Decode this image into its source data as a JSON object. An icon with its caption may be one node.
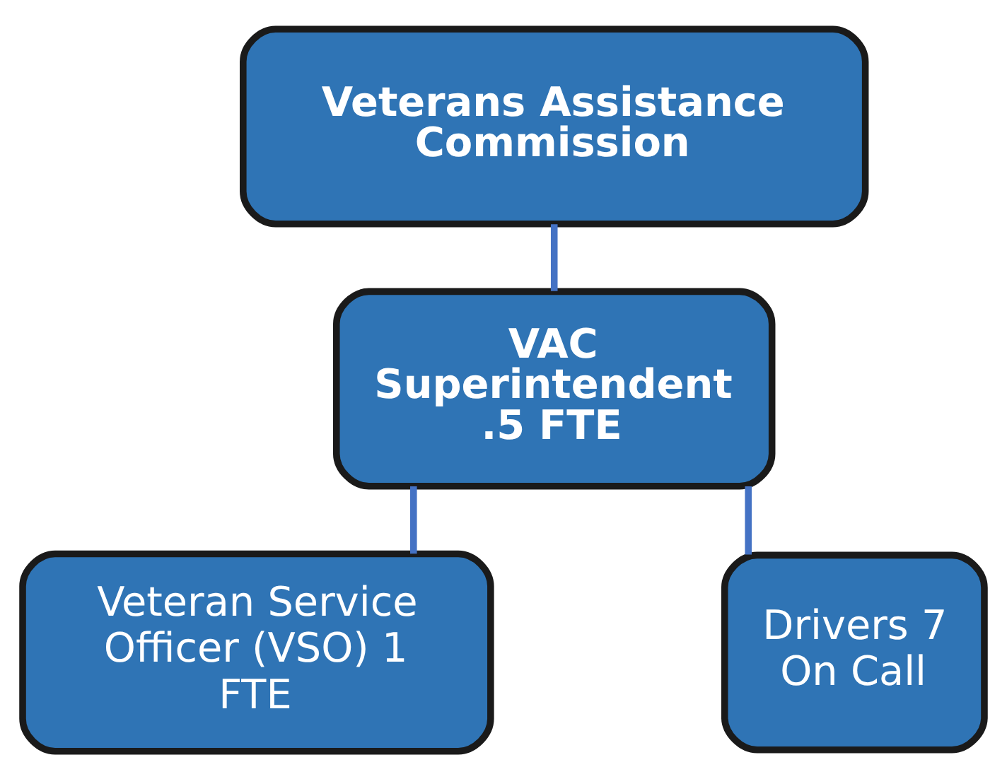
{
  "diagram": {
    "nodes": [
      {
        "text": [
          "Veterans Assistance Commission"
        ]
      },
      {
        "text": [
          "VAC Superintendent .5 FTE"
        ]
      },
      {
        "text": [
          "Veteran Service Officer (VSO) 1 FTE"
        ]
      },
      {
        "text": [
          "Drivers 7 On Call"
        ]
      }
    ],
    "edges": [
      {
        "from": 0,
        "to": 1,
        "arrow": "none"
      },
      {
        "from": 1,
        "to": 2,
        "arrow": "none"
      },
      {
        "from": 1,
        "to": 3,
        "arrow": "none"
      }
    ]
  }
}
